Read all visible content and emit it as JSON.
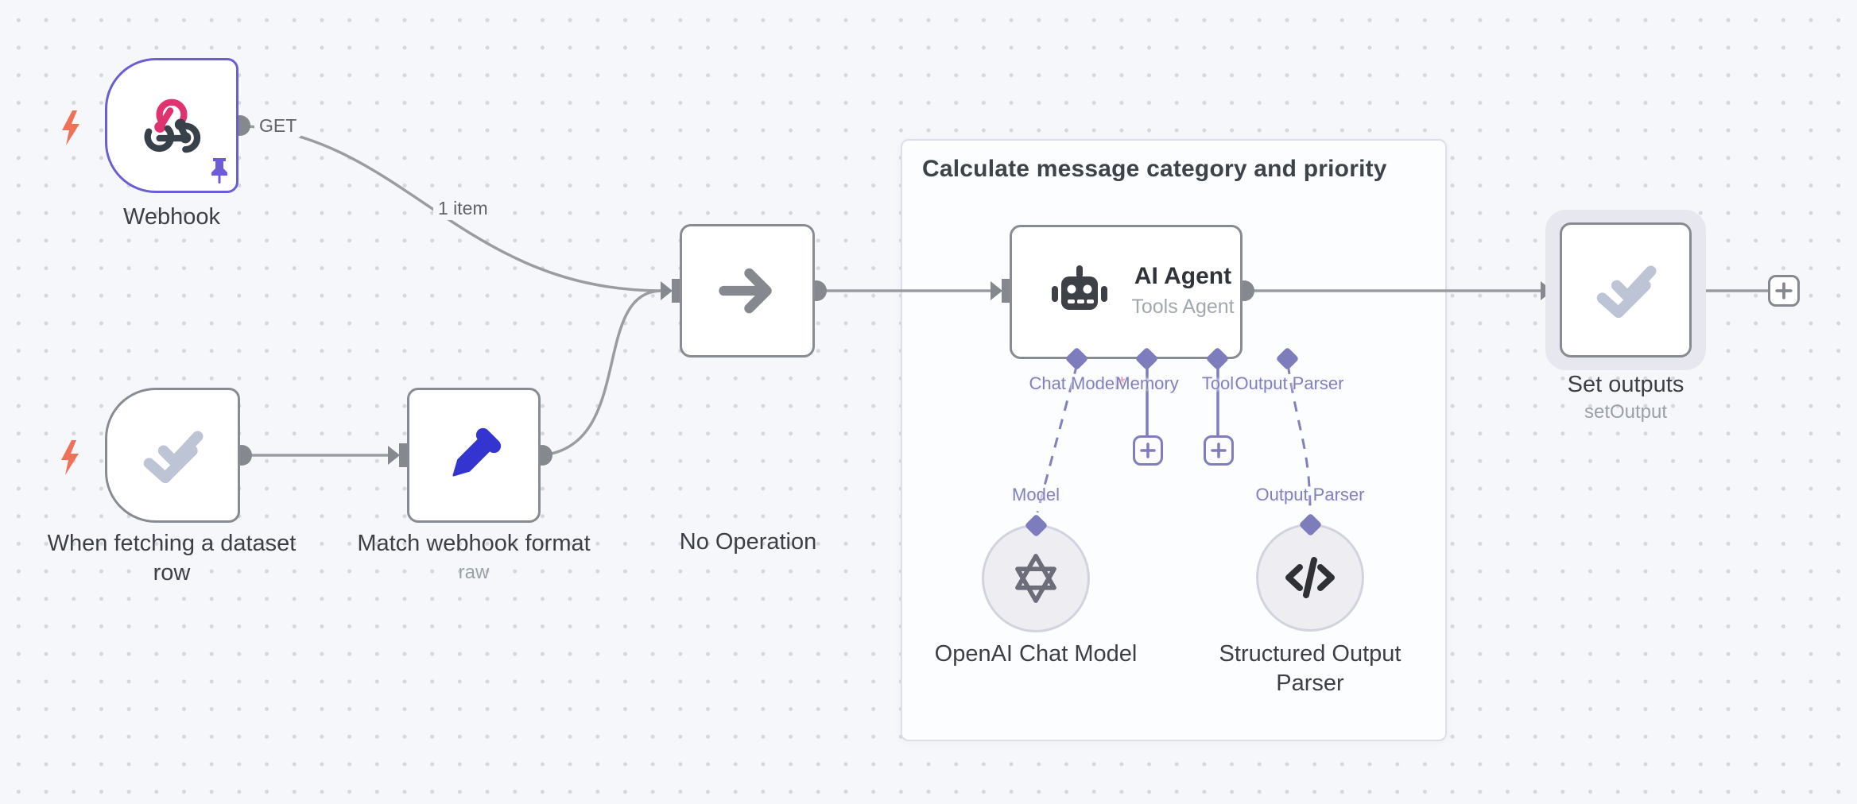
{
  "group": {
    "title": "Calculate message category and priority"
  },
  "nodes": {
    "webhook": {
      "label": "Webhook",
      "output_label": "GET"
    },
    "dataset_trigger": {
      "label": "When fetching a dataset row"
    },
    "match_format": {
      "label": "Match webhook format",
      "subtitle": "raw"
    },
    "no_operation": {
      "label": "No Operation"
    },
    "ai_agent": {
      "label": "AI Agent",
      "subtitle": "Tools Agent",
      "ports": [
        {
          "label": "Chat Model",
          "mark": "*"
        },
        {
          "label": "Memory",
          "mark": ""
        },
        {
          "label": "Tool",
          "mark": ""
        },
        {
          "label": "Output Parser",
          "mark": ""
        }
      ]
    },
    "openai_chat_model": {
      "label": "OpenAI Chat Model",
      "port_label": "Model"
    },
    "structured_output_parser": {
      "label": "Structured Output Parser",
      "port_label": "Output Parser"
    },
    "set_outputs": {
      "label": "Set outputs",
      "subtitle": "setOutput"
    }
  },
  "connections": {
    "webhook_to_no_operation": {
      "label": "1 item"
    }
  },
  "colors": {
    "canvas_bg": "#f6f7fa",
    "node_border": "#878b92",
    "selected_border": "#6a5fd2",
    "connection": "#999ca1",
    "port_accent": "#7d7cbc",
    "trigger_bolt": "#ee7158",
    "pin": "#6c5cd6",
    "pencil": "#3434d1",
    "webhook_pink": "#e0326f",
    "icon_dark": "#3d4046",
    "check_light": "#bcc4d6"
  }
}
